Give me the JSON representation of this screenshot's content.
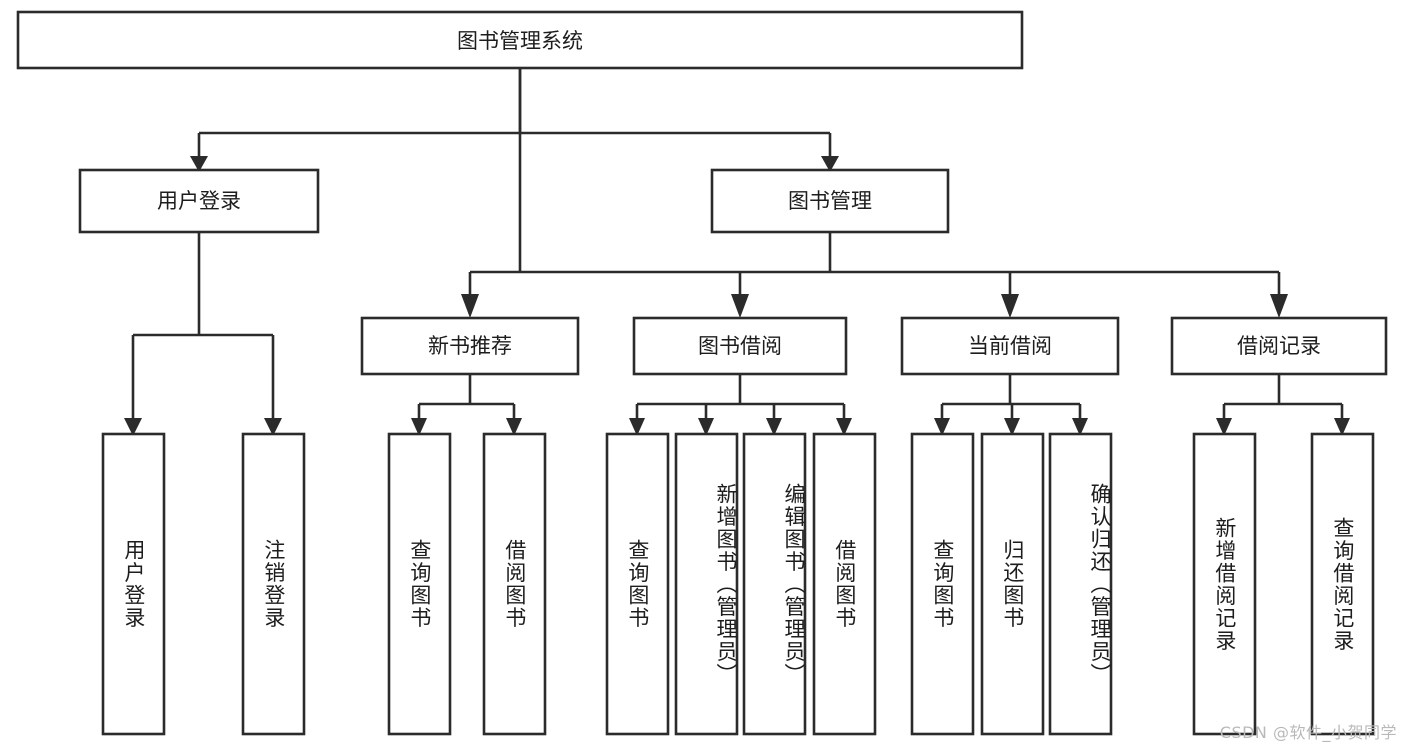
{
  "diagram": {
    "type": "tree",
    "title": "图书管理系统",
    "watermark": "CSDN @软件_小贺同学",
    "colors": {
      "stroke": "#2b2b2b",
      "fill": "#ffffff",
      "text": "#1d1d1d",
      "watermark": "#b9b9b9"
    },
    "levels": {
      "root": "图书管理系统",
      "level1": [
        "用户登录",
        "图书管理"
      ],
      "level2": [
        "新书推荐",
        "图书借阅",
        "当前借阅",
        "借阅记录"
      ]
    },
    "nodes": {
      "root": {
        "label": "图书管理系统"
      },
      "user_login": {
        "label": "用户登录"
      },
      "book_manage": {
        "label": "图书管理"
      },
      "new_book_rec": {
        "label": "新书推荐"
      },
      "book_borrow": {
        "label": "图书借阅"
      },
      "current_borrow": {
        "label": "当前借阅"
      },
      "borrow_record": {
        "label": "借阅记录"
      },
      "leaf_01": {
        "label": "用户登录"
      },
      "leaf_02": {
        "label": "注销登录"
      },
      "leaf_03": {
        "label": "查询图书"
      },
      "leaf_04": {
        "label": "借阅图书"
      },
      "leaf_05": {
        "label": "查询图书"
      },
      "leaf_06": {
        "label": "新增图书（管理员）"
      },
      "leaf_07": {
        "label": "编辑图书（管理员）"
      },
      "leaf_08": {
        "label": "借阅图书"
      },
      "leaf_09": {
        "label": "查询图书"
      },
      "leaf_10": {
        "label": "归还图书"
      },
      "leaf_11": {
        "label": "确认归还（管理员）"
      },
      "leaf_12": {
        "label": "新增借阅记录"
      },
      "leaf_13": {
        "label": "查询借阅记录"
      }
    },
    "edges": [
      {
        "from": "root",
        "to": "user_login"
      },
      {
        "from": "root",
        "to": "book_manage"
      },
      {
        "from": "user_login",
        "to": "leaf_01"
      },
      {
        "from": "user_login",
        "to": "leaf_02"
      },
      {
        "from": "book_manage",
        "to": "new_book_rec"
      },
      {
        "from": "book_manage",
        "to": "book_borrow"
      },
      {
        "from": "book_manage",
        "to": "current_borrow"
      },
      {
        "from": "book_manage",
        "to": "borrow_record"
      },
      {
        "from": "new_book_rec",
        "to": "leaf_03"
      },
      {
        "from": "new_book_rec",
        "to": "leaf_04"
      },
      {
        "from": "book_borrow",
        "to": "leaf_05"
      },
      {
        "from": "book_borrow",
        "to": "leaf_06"
      },
      {
        "from": "book_borrow",
        "to": "leaf_07"
      },
      {
        "from": "book_borrow",
        "to": "leaf_08"
      },
      {
        "from": "current_borrow",
        "to": "leaf_09"
      },
      {
        "from": "current_borrow",
        "to": "leaf_10"
      },
      {
        "from": "current_borrow",
        "to": "leaf_11"
      },
      {
        "from": "borrow_record",
        "to": "leaf_12"
      },
      {
        "from": "borrow_record",
        "to": "leaf_13"
      }
    ]
  }
}
